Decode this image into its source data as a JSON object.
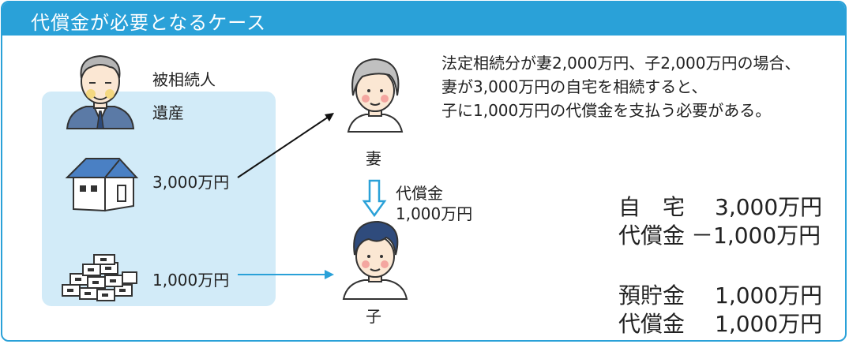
{
  "title": "代償金が必要となるケース",
  "decedent_label": "被相続人",
  "estate_label": "遺産",
  "house_amount": "3,000万円",
  "savings_amount": "1,000万円",
  "wife_label": "妻",
  "child_label": "子",
  "transfer_label": "代償金",
  "transfer_amount": "1,000万円",
  "note_lines": [
    "法定相続分が妻2,000万円、子2,000万円の場合、",
    "妻が3,000万円の自宅を相続すると、",
    "子に1,000万円の代償金を支払う必要がある。"
  ],
  "calc": [
    {
      "label": "自　宅",
      "value": "3,000万円"
    },
    {
      "label": "代償金",
      "value": "－1,000万円"
    },
    {
      "label": "預貯金",
      "value": "1,000万円"
    },
    {
      "label": "代償金",
      "value": "1,000万円"
    }
  ],
  "colors": {
    "accent": "#2aa1d8",
    "estate_bg": "#d2ebf8",
    "arrow_blue": "#2aa1d8"
  }
}
